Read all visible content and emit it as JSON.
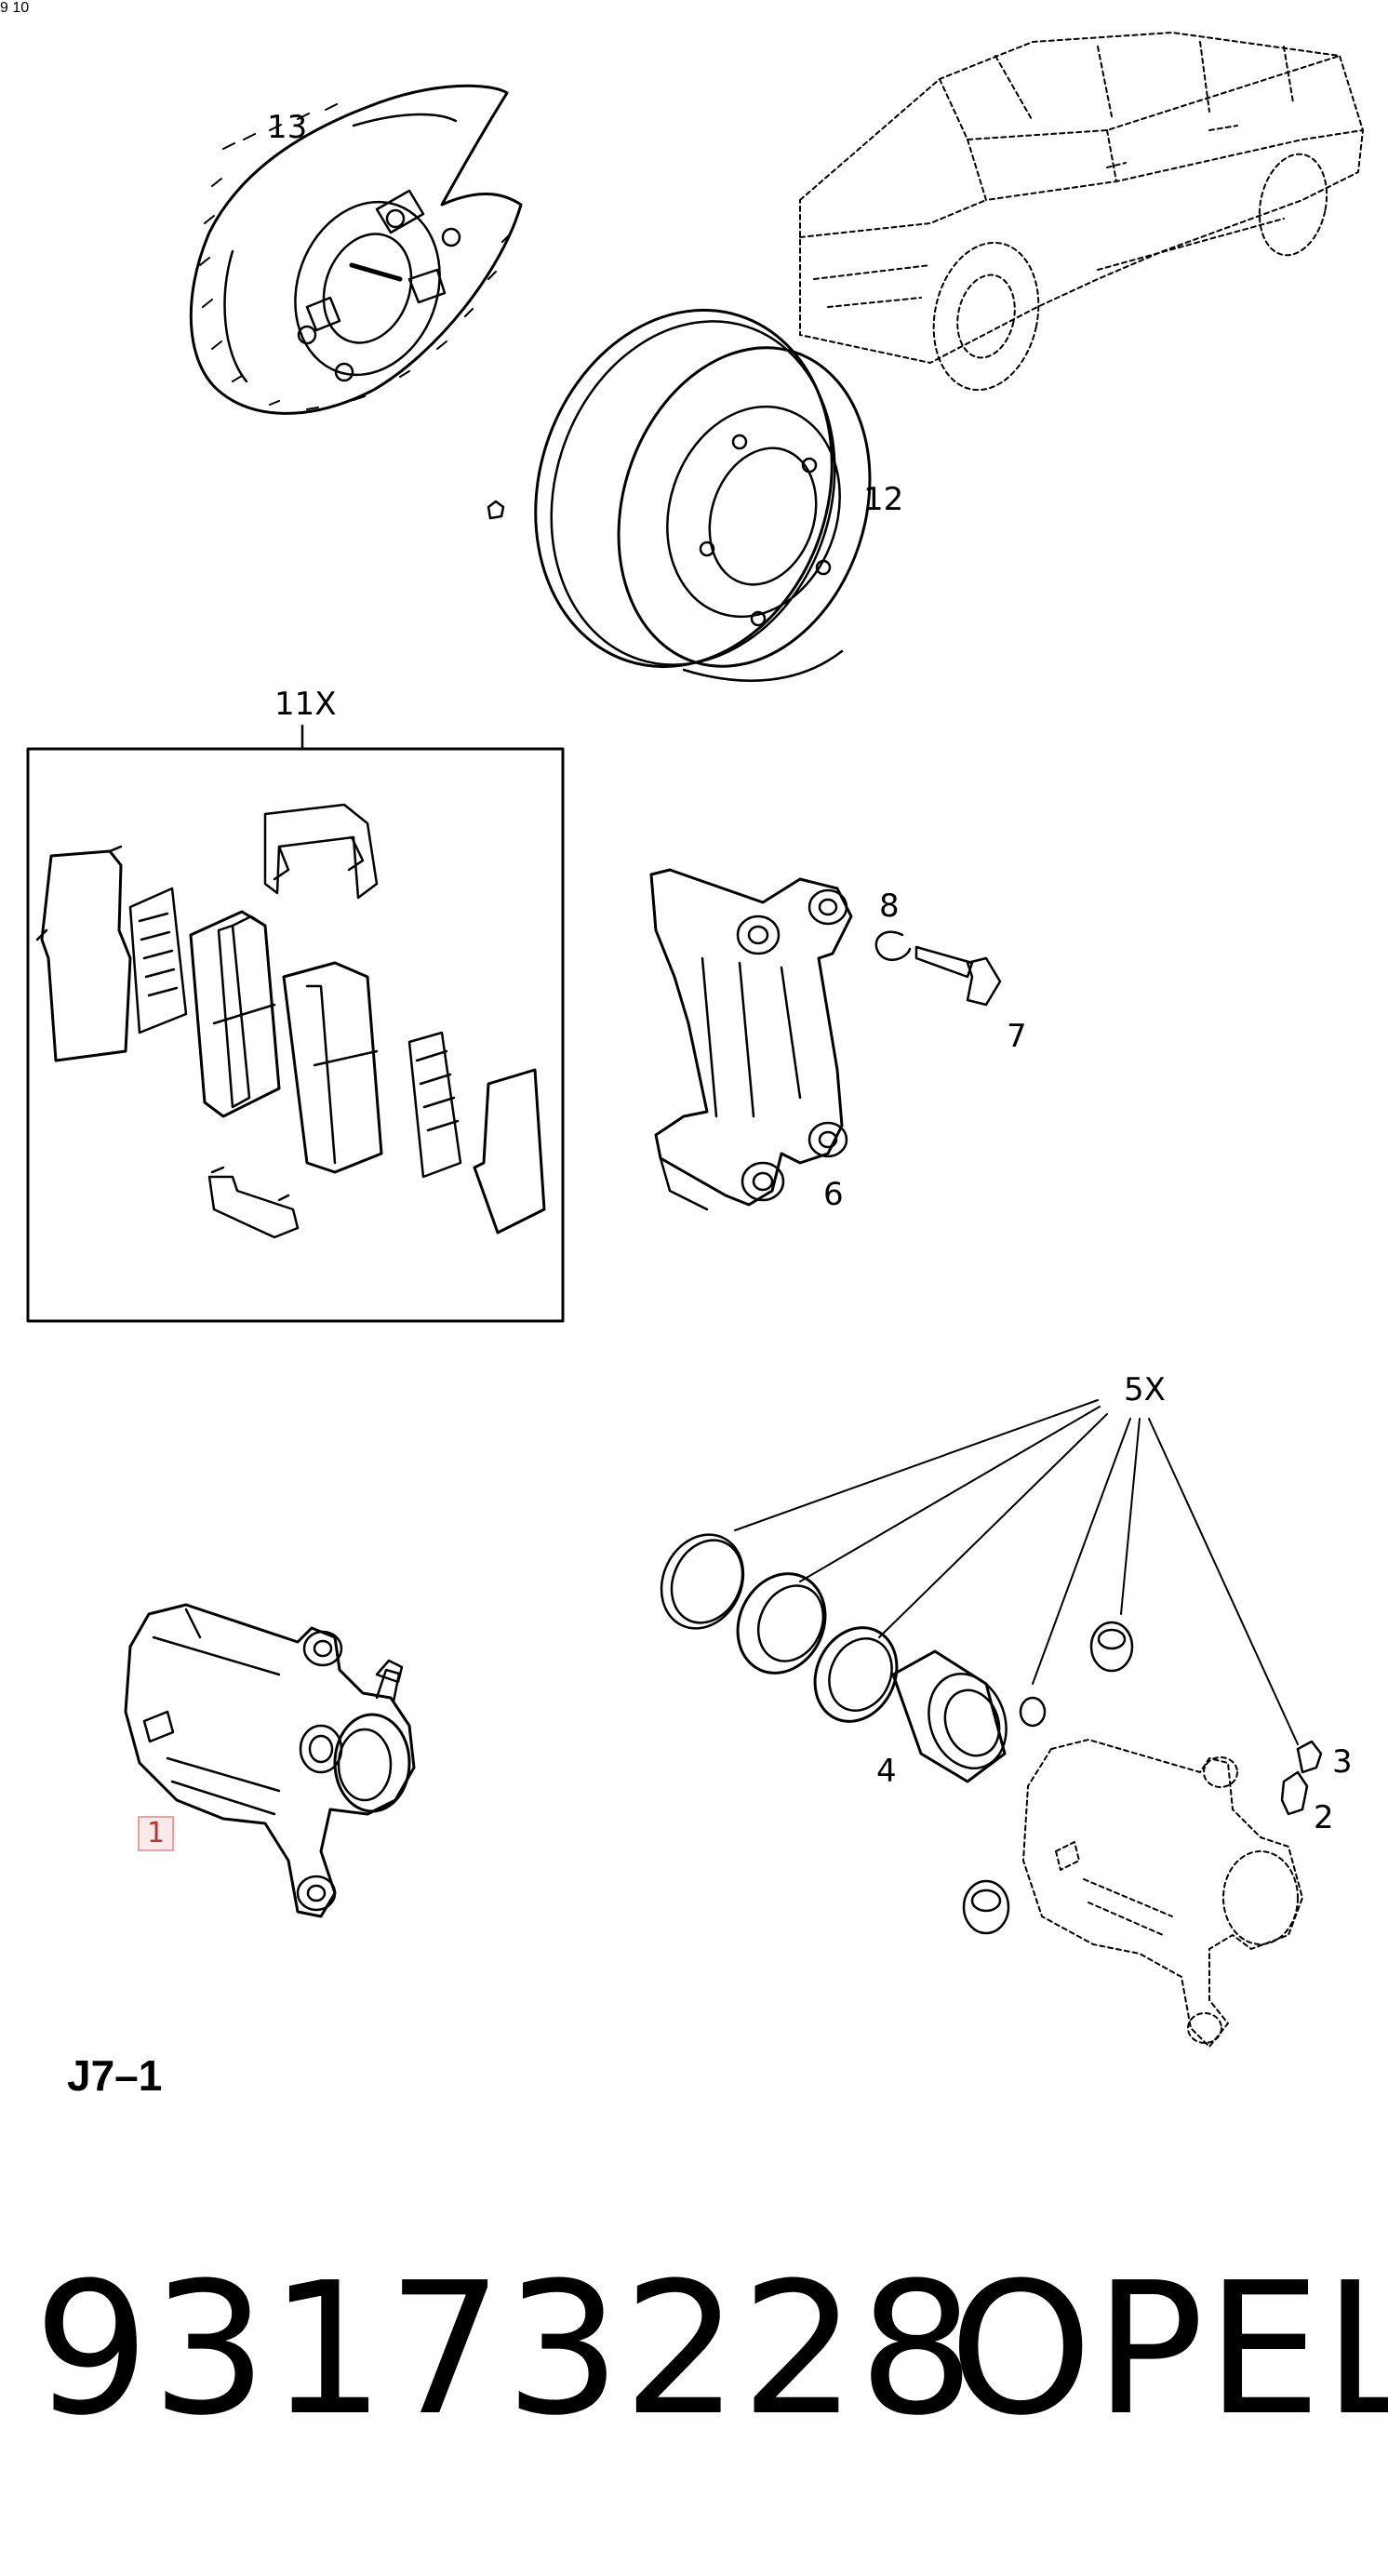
{
  "callouts": {
    "c1": "1",
    "c2": "2",
    "c3": "3",
    "c4": "4",
    "c5x": "5X",
    "c6": "6",
    "c7": "7",
    "c8": "8",
    "c9": "9",
    "c10": "10",
    "c11x": "11X",
    "c12": "12",
    "c13": "13"
  },
  "sheet_code": "J7–1",
  "part_number": "93173228",
  "brand": "OPEL",
  "colors": {
    "line": "#000000",
    "highlight_border": "#e3a3a3",
    "highlight_fill": "#fbe9e9"
  }
}
